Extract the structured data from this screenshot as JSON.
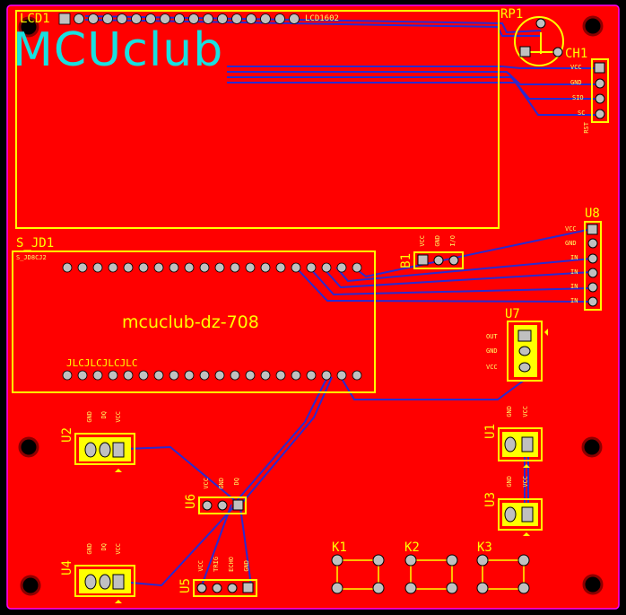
{
  "board": {
    "colors": {
      "copper": "#ff0000",
      "silk": "#ffff00",
      "track": "#2a2ad0",
      "pad": "#c0c0c0",
      "logo": "#18e0e0",
      "edge": "#ff00ff",
      "hole": "#000000"
    },
    "logo_text": "MCUclub",
    "model_text": "mcuclub-dz-708"
  },
  "components": {
    "lcd": {
      "ref": "LCD1",
      "value": "LCD1602"
    },
    "rp": {
      "ref": "RP1"
    },
    "ch": {
      "ref": "CH1",
      "pins": [
        "VCC",
        "GND",
        "SIO",
        "SC",
        "RST"
      ]
    },
    "jd": {
      "ref": "S_JD1",
      "top_text": "S_JD8CJ2",
      "bottom_text": "JLCJLCJLCJLC"
    },
    "u8": {
      "ref": "U8",
      "pins": [
        "VCC",
        "GND",
        "IN",
        "IN",
        "IN",
        "IN"
      ]
    },
    "b1": {
      "ref": "B1",
      "pins": [
        "VCC",
        "GND",
        "I/O"
      ]
    },
    "u7": {
      "ref": "U7",
      "pins": [
        "OUT",
        "GND",
        "VCC"
      ]
    },
    "u2": {
      "ref": "U2",
      "pins": [
        "GND",
        "DQ",
        "VCC"
      ]
    },
    "u1": {
      "ref": "U1",
      "pins": [
        "GND",
        "VCC"
      ]
    },
    "u6": {
      "ref": "U6",
      "pins": [
        "VCC",
        "GND",
        "DQ"
      ]
    },
    "u3": {
      "ref": "U3",
      "pins": [
        "GND",
        "VCC"
      ]
    },
    "u4": {
      "ref": "U4",
      "pins": [
        "GND",
        "DQ",
        "VCC"
      ]
    },
    "u5": {
      "ref": "U5",
      "pins": [
        "VCC",
        "TRIG",
        "ECHO",
        "GND"
      ]
    },
    "keys": [
      {
        "ref": "K1"
      },
      {
        "ref": "K2"
      },
      {
        "ref": "K3"
      }
    ]
  }
}
